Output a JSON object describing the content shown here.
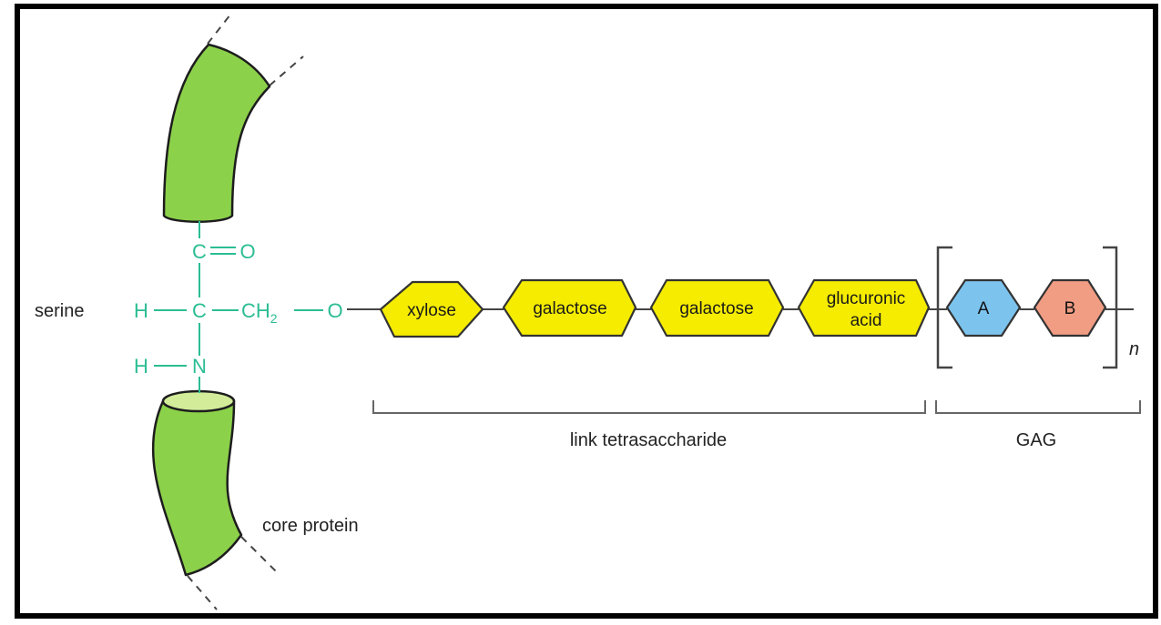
{
  "colors": {
    "frame": "#000000",
    "chem_green": "#2bbd93",
    "protein_green": "#8cd14a",
    "protein_top": "#d2ec9a",
    "sugar_yellow": "#f5ec00",
    "unit_a_blue": "#7cc4ee",
    "unit_b_salmon": "#f19d84",
    "bond_gray": "#444444",
    "bracket_gray": "#555555"
  },
  "labels": {
    "serine": "serine",
    "core_protein": "core protein",
    "link_tetrasaccharide": "link tetrasaccharide",
    "gag": "GAG",
    "repeat_n": "n"
  },
  "serine_chem": {
    "carbonyl_c": "C",
    "carbonyl_o": "O",
    "hydrogen_alpha": "H",
    "alpha_c": "C",
    "ch2_main": "CH",
    "ch2_sub": "2",
    "ether_o": "O",
    "amine_h": "H",
    "amine_n": "N"
  },
  "sugars": [
    {
      "id": "xylose",
      "lines": [
        "xylose"
      ]
    },
    {
      "id": "galactose-1",
      "lines": [
        "galactose"
      ]
    },
    {
      "id": "galactose-2",
      "lines": [
        "galactose"
      ]
    },
    {
      "id": "glucuronic-acid",
      "lines": [
        "glucuronic",
        "acid"
      ]
    }
  ],
  "repeat_units": [
    {
      "id": "unit-a",
      "label": "A"
    },
    {
      "id": "unit-b",
      "label": "B"
    }
  ]
}
